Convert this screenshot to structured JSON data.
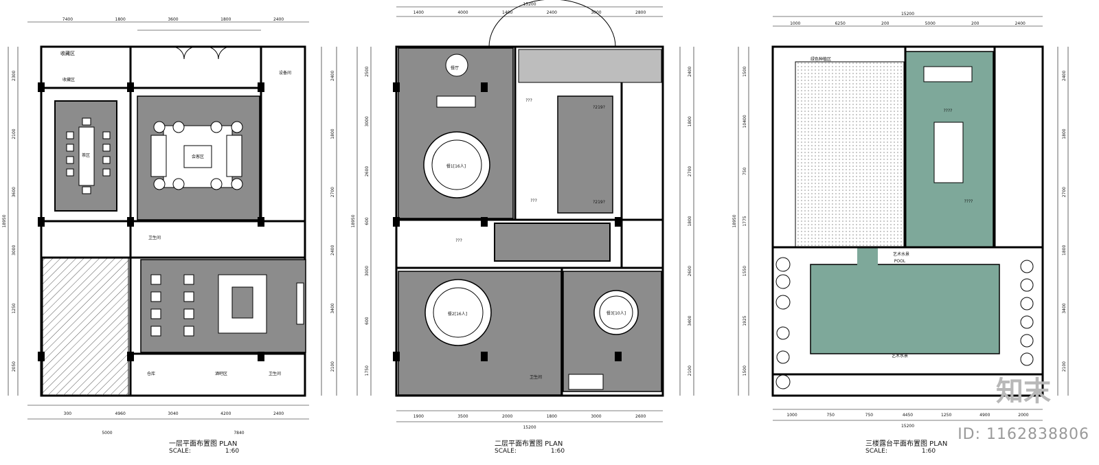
{
  "plans": [
    {
      "caption": "一层平面布置图  PLAN",
      "scale_label": "SCALE:",
      "scale_value": "1:60",
      "top_dims": [
        "7400",
        "1800",
        "3600",
        "1800",
        "2400"
      ],
      "bottom_dims": [
        "300",
        "4960",
        "3040",
        "4200",
        "2400"
      ],
      "bottom_dims2": [
        "5000",
        "7840"
      ],
      "left_dims": [
        "2300",
        "2100",
        "3600",
        "3000",
        "1250",
        "2050"
      ],
      "right_dims": [
        "2400",
        "1800",
        "2700",
        "2400",
        "3400",
        "2100"
      ],
      "side_total": "18950",
      "rooms": [
        "收藏区",
        "设备间",
        "茶区",
        "会客区",
        "卫生间",
        "仓库",
        "酒吧区",
        "卫生间"
      ]
    },
    {
      "caption": "二层平面布置图  PLAN",
      "scale_label": "SCALE:",
      "scale_value": "1:60",
      "top_total": "15200",
      "top_dims": [
        "1400",
        "4000",
        "1400",
        "2400",
        "3000",
        "2800"
      ],
      "bottom_dims": [
        "1900",
        "3500",
        "2000",
        "1800",
        "3000",
        "2600"
      ],
      "bottom_total": "15200",
      "left_dims": [
        "2500",
        "3000",
        "2600",
        "600",
        "3000",
        "600",
        "1750"
      ],
      "right_dims": [
        "2400",
        "1800",
        "2700",
        "1800",
        "2600",
        "3400",
        "2100"
      ],
      "side_total": "18950",
      "rooms": [
        "餐厅",
        "餐1[16人]",
        "餐2[16人]",
        "餐3[10人]",
        "卫生间",
        "???",
        "???",
        "???",
        "?219?",
        "?219?"
      ]
    },
    {
      "caption": "三楼露台平面布置图  PLAN",
      "scale_label": "SCALE:",
      "scale_value": "1:60",
      "top_total": "15200",
      "top_dims": [
        "1000",
        "6250",
        "200",
        "5000",
        "200",
        "2400"
      ],
      "bottom_dims": [
        "1000",
        "750",
        "750",
        "4450",
        "1250",
        "4900",
        "2000"
      ],
      "bottom_total": "15200",
      "left_dims": [
        "1500",
        "10400",
        "750",
        "1775",
        "1550",
        "1925",
        "1500"
      ],
      "right_dims": [
        "2400",
        "1800",
        "2700",
        "1800",
        "3400",
        "2100"
      ],
      "side_total": "18950",
      "rooms": [
        "绿色种植区",
        "????",
        "????",
        "艺术水景",
        "POOL",
        "艺术水景"
      ]
    }
  ],
  "watermark_id": "ID: 1162838806",
  "logo": "知末",
  "colors": {
    "room_gray": "#8c8c8c",
    "room_green": "#7ea89a",
    "wall": "#000000",
    "floor": "#ffffff",
    "hatch": "#555555"
  }
}
